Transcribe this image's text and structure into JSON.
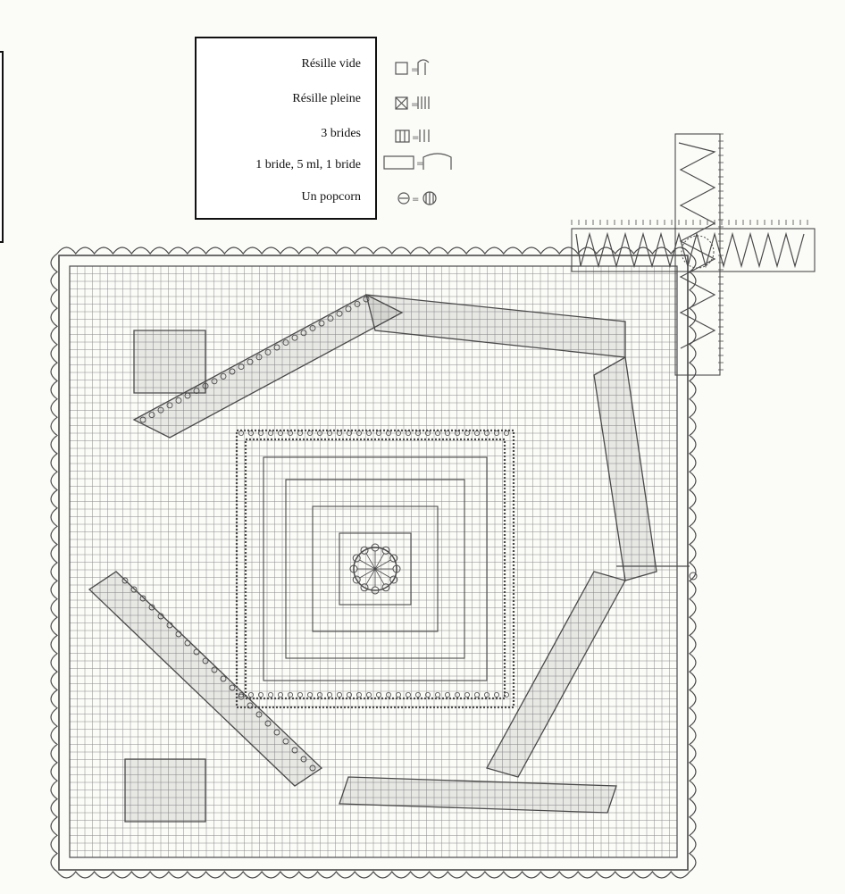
{
  "legend": {
    "items": [
      {
        "label": "Résille vide",
        "symbol": "empty-mesh"
      },
      {
        "label": "Résille pleine",
        "symbol": "filled-mesh"
      },
      {
        "label": "3 brides",
        "symbol": "three-trebles"
      },
      {
        "label": "1 bride, 5 ml, 1 bride",
        "symbol": "bride-chain-bride"
      },
      {
        "label": "Un popcorn",
        "symbol": "popcorn"
      }
    ]
  },
  "colors": {
    "ink": "#4a4a4a",
    "grid": "#8a8a8a",
    "paper": "#fbfbf8"
  }
}
